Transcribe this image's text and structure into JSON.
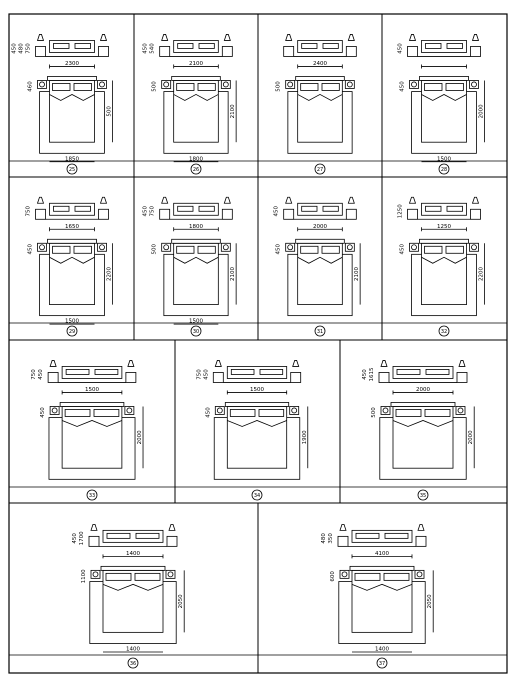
{
  "sheet": {
    "title": ""
  },
  "panels": [
    {
      "number": "25",
      "top_dims": [
        "750",
        "480",
        "450"
      ],
      "width_dim": "2300",
      "depth_dim": "460",
      "bed_width": "1850",
      "side_dim": "500"
    },
    {
      "number": "26",
      "top_dims": [
        "540",
        "450"
      ],
      "width_dim": "2100",
      "depth_dim": "500",
      "bed_width": "1800",
      "side_dim": "2100"
    },
    {
      "number": "27",
      "top_dims": [],
      "width_dim": "2400",
      "depth_dim": "500",
      "bed_width": "",
      "side_dim": ""
    },
    {
      "number": "28",
      "top_dims": [
        "450"
      ],
      "width_dim": "",
      "depth_dim": "450",
      "bed_width": "1500",
      "side_dim": "2000"
    },
    {
      "number": "29",
      "top_dims": [
        "750"
      ],
      "width_dim": "1650",
      "depth_dim": "450",
      "bed_width": "1500",
      "side_dim": "2200"
    },
    {
      "number": "30",
      "top_dims": [
        "750",
        "450"
      ],
      "width_dim": "1800",
      "depth_dim": "500",
      "bed_width": "1500",
      "side_dim": "2100"
    },
    {
      "number": "31",
      "top_dims": [
        "450"
      ],
      "width_dim": "2000",
      "depth_dim": "450",
      "bed_width": "",
      "side_dim": "2100"
    },
    {
      "number": "32",
      "top_dims": [
        "1250"
      ],
      "width_dim": "1250",
      "depth_dim": "450",
      "bed_width": "",
      "side_dim": "2200"
    },
    {
      "number": "33",
      "top_dims": [
        "450",
        "750"
      ],
      "width_dim": "1500",
      "depth_dim": "450",
      "bed_width": "",
      "side_dim": "2000"
    },
    {
      "number": "34",
      "top_dims": [
        "450",
        "750"
      ],
      "width_dim": "1500",
      "depth_dim": "450",
      "bed_width": "",
      "side_dim": "1900"
    },
    {
      "number": "35",
      "top_dims": [
        "1615",
        "450"
      ],
      "width_dim": "2000",
      "depth_dim": "500",
      "bed_width": "",
      "side_dim": "2000"
    },
    {
      "number": "36",
      "top_dims": [
        "1700",
        "450"
      ],
      "width_dim": "1400",
      "depth_dim": "1100",
      "bed_width": "1400",
      "side_dim": "2050"
    },
    {
      "number": "37",
      "top_dims": [
        "350",
        "480"
      ],
      "width_dim": "4100",
      "depth_dim": "600",
      "bed_width": "1400",
      "side_dim": "2050"
    }
  ]
}
